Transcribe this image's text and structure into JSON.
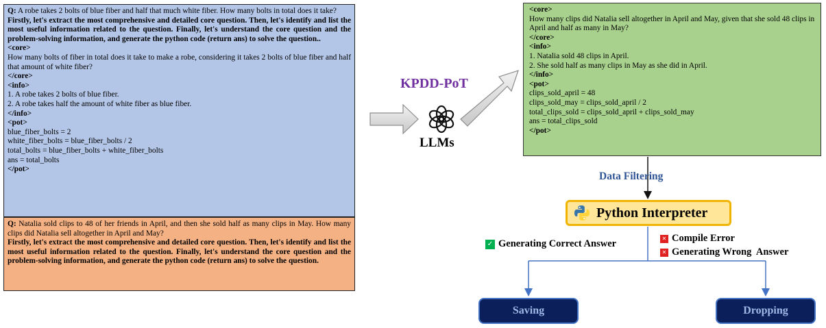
{
  "blue_box": {
    "q_label": "Q:",
    "q_text": " A robe takes 2 bolts of blue fiber and half that much white fiber.  How many bolts in total does it take?",
    "instruction": "Firstly, let's extract the most comprehensive and detailed core question. Then, let's identify and list the most useful information related to the question. Finally, let's understand the core question and the problem-solving information, and generate the python code (return ans) to solve the question..",
    "core_open": "<core>",
    "core_text": "How many bolts of fiber in total does it take to make a robe, considering it takes 2 bolts of blue fiber and half that amount of white fiber?",
    "core_close": "</core>",
    "info_open": "<info>",
    "info_lines": [
      "1. A robe takes 2 bolts of blue fiber.",
      "2. A robe takes half the amount of white fiber as blue fiber."
    ],
    "info_close": "</info>",
    "pot_open": "<pot>",
    "pot_lines": [
      "blue_fiber_bolts = 2",
      "white_fiber_bolts = blue_fiber_bolts / 2",
      "total_bolts = blue_fiber_bolts + white_fiber_bolts",
      "ans = total_bolts"
    ],
    "pot_close": "</pot>"
  },
  "orange_box": {
    "q_label": "Q:",
    "q_text": " Natalia sold clips to 48 of her friends in April, and then she sold half as many clips in May. How many clips did Natalia sell altogether in April and May?",
    "instruction": "Firstly, let's extract the most comprehensive and detailed core question. Then, let's identify and list the most useful information related to the question. Finally, let's understand the core question and the problem-solving information, and generate the python code (return ans) to solve the question."
  },
  "center": {
    "method": "KPDD-PoT",
    "model": "LLMs"
  },
  "green_box": {
    "core_open": "<core>",
    "core_text": "How many clips did Natalia sell altogether in April and May, given that she sold 48 clips in April and half as many in May?",
    "core_close": "</core>",
    "info_open": "<info>",
    "info_lines": [
      "1. Natalia sold 48 clips in April.",
      "2. She sold half as many clips in May as she did in April."
    ],
    "info_close": "</info>",
    "pot_open": "<pot>",
    "pot_lines": [
      "clips_sold_april = 48",
      "clips_sold_may = clips_sold_april / 2",
      "total_clips_sold = clips_sold_april + clips_sold_may",
      "ans = total_clips_sold"
    ],
    "pot_close": "</pot>"
  },
  "flow": {
    "filter_label": "Data Filtering",
    "interpreter_label": "Python Interpreter",
    "correct_label": "Generating Correct Answer",
    "error_labels": [
      "Compile Error",
      "Generating Wrong  Answer"
    ],
    "save_label": "Saving",
    "drop_label": "Dropping"
  },
  "colors": {
    "blue_box": "#b4c6e7",
    "orange_box": "#f4b183",
    "green_box": "#a9d18e",
    "method": "#7030a0",
    "filter": "#2f5496",
    "result_button": "#0b1f5a"
  }
}
